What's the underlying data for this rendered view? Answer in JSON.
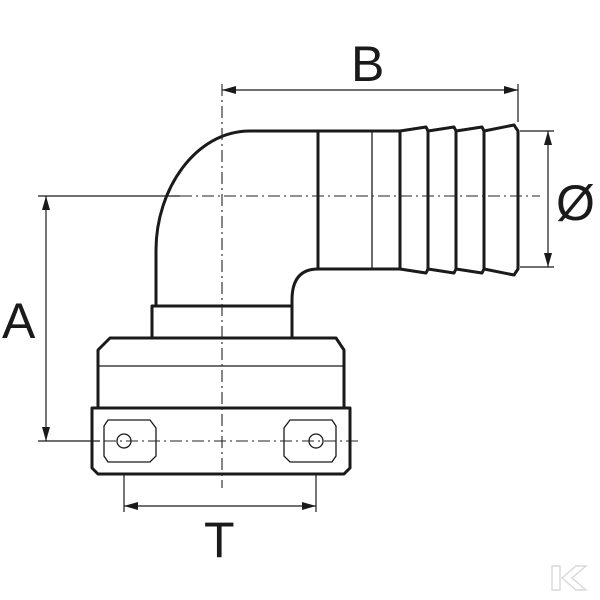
{
  "drawing": {
    "labels": {
      "A": "A",
      "B": "B",
      "diameter": "Ø",
      "T": "T"
    },
    "colors": {
      "ink": "#1a1a1a",
      "background": "#ffffff",
      "logo": "#d9d9d9"
    },
    "icons": {
      "corner_logo": "kramp-k-logo-icon"
    }
  }
}
